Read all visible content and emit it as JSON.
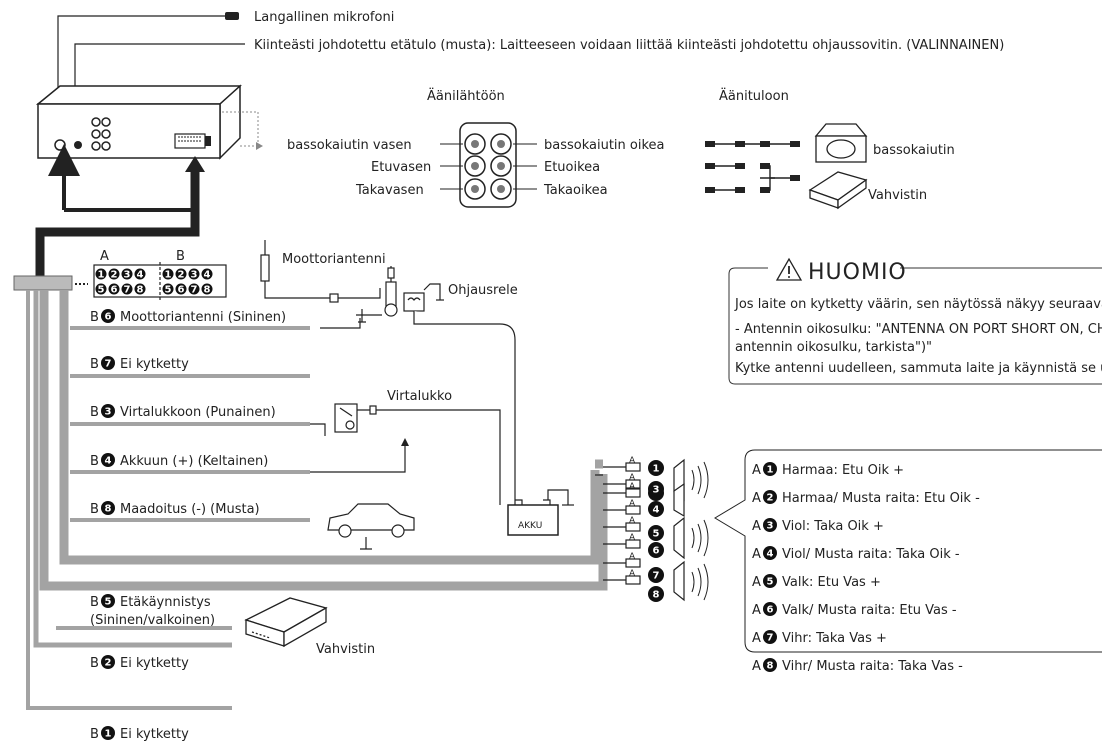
{
  "top": {
    "microphone": "Langallinen mikrofoni",
    "remote_input": "Kiinteästi johdotettu etätulo (musta): Laitteeseen voidaan liittää kiinteästi johdotettu ohjaussovitin. (VALINNAINEN)"
  },
  "audio_out": {
    "title": "Äänilähtöön",
    "sub_left": "bassokaiutin vasen",
    "sub_right": "bassokaiutin oikea",
    "front_left": "Etuvasen",
    "front_right": "Etuoikea",
    "rear_left": "Takavasen",
    "rear_right": "Takaoikea"
  },
  "audio_in": {
    "title": "Äänituloon",
    "subwoofer": "bassokaiutin",
    "amplifier": "Vahvistin"
  },
  "connector": {
    "label_a": "A",
    "label_b": "B"
  },
  "antenna": {
    "motor_antenna": "Moottoriantenni",
    "relay": "Ohjausrele"
  },
  "warning": {
    "title": "HUOMIO",
    "line1": "Jos laite on kytketty väärin, sen näytössä näkyy seuraava viesti:",
    "line2": "- Antennin oikosulku: \"ANTENNA ON PORT SHORT ON, CHECK (Antennin oikosulku, tarkista)\"",
    "line3": "antennin oikosulku, tarkista\")\"",
    "line4": "Kytke antenni uudelleen, sammuta laite ja käynnistä se uudelleen."
  },
  "b_wires": [
    {
      "num": "6",
      "prefix": "B",
      "label": "Moottoriantenni (Sininen)"
    },
    {
      "num": "7",
      "prefix": "B",
      "label": "Ei kytketty"
    },
    {
      "num": "3",
      "prefix": "B",
      "label": "Virtalukkoon (Punainen)"
    },
    {
      "num": "4",
      "prefix": "B",
      "label": "Akkuun (+) (Keltainen)"
    },
    {
      "num": "8",
      "prefix": "B",
      "label": "Maadoitus (-) (Musta)"
    },
    {
      "num": "5",
      "prefix": "B",
      "label": "Etäkäynnistys",
      "label2": "(Sininen/valkoinen)"
    },
    {
      "num": "2",
      "prefix": "B",
      "label": "Ei kytketty"
    },
    {
      "num": "1",
      "prefix": "B",
      "label": "Ei kytketty"
    }
  ],
  "ignition": "Virtalukko",
  "battery": "AKKU",
  "amplifier_bottom": "Vahvistin",
  "speaker_wires": [
    {
      "num": "1",
      "prefix": "A",
      "label": "Harmaa: Etu Oik +"
    },
    {
      "num": "2",
      "prefix": "A",
      "label": "Harmaa/ Musta raita: Etu Oik -"
    },
    {
      "num": "3",
      "prefix": "A",
      "label": "Viol: Taka Oik +"
    },
    {
      "num": "4",
      "prefix": "A",
      "label": "Viol/ Musta raita: Taka Oik -"
    },
    {
      "num": "5",
      "prefix": "A",
      "label": "Valk: Etu Vas +"
    },
    {
      "num": "6",
      "prefix": "A",
      "label": "Valk/ Musta raita: Etu Vas -"
    },
    {
      "num": "7",
      "prefix": "A",
      "label": "Vihr: Taka Vas +"
    },
    {
      "num": "8",
      "prefix": "A",
      "label": "Vihr/ Musta raita: Taka Vas -"
    }
  ],
  "colors": {
    "wire_gray": "#a3a3a3",
    "line": "#222222"
  }
}
